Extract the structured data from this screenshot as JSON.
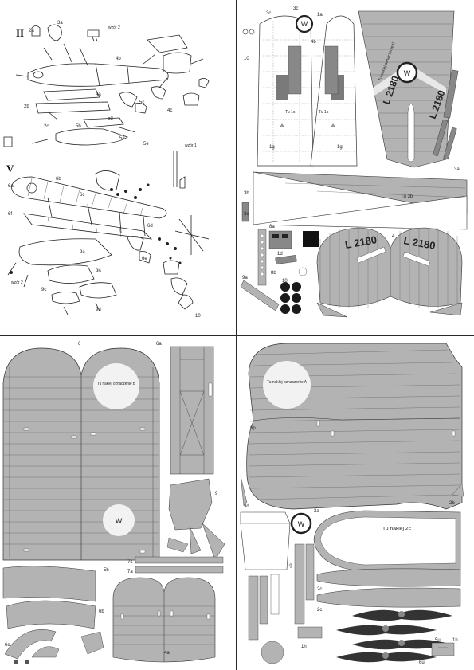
{
  "sheet_1": {
    "section_roman_top": "II",
    "section_roman_bottom": "V",
    "pattern_labels": [
      "wzór 2",
      "wzór 1",
      "wzór 2"
    ],
    "part_labels_top": [
      "2a",
      "3a",
      "2b",
      "2c",
      "5b",
      "5a",
      "4a",
      "5c",
      "5d",
      "5e",
      "4b",
      "4c"
    ],
    "part_labels_bottom": [
      "6a",
      "6b",
      "6c",
      "6d",
      "6e",
      "6f",
      "9a",
      "9b",
      "9c",
      "9d",
      "10"
    ]
  },
  "sheet_2": {
    "marker_w": "W",
    "tail_note": "Tu naklej oznaczenie C",
    "registration": "L 2180",
    "glue_note_1c": "Tu 1c",
    "glue_note_3b": "Tu 3b",
    "part_labels": [
      "3c",
      "3c",
      "1a",
      "4b",
      "1g",
      "1g",
      "3a",
      "3b",
      "3c",
      "10",
      "8a",
      "8b",
      "9a",
      "4",
      "1d",
      "10"
    ]
  },
  "sheet_3": {
    "note_b": "Tu naklej oznaczenie B",
    "marker_w": "W",
    "part_labels": [
      "6",
      "6a",
      "9",
      "5b",
      "7c",
      "7a",
      "6b",
      "6c",
      "4a"
    ]
  },
  "sheet_4": {
    "note_a": "Tu naklej oznaczenie A",
    "marker_w": "W",
    "glue_note_2c": "Tu naklej 2c",
    "part_labels": [
      "6p",
      "3d",
      "2a",
      "1g",
      "2c",
      "2c",
      "2b",
      "1h",
      "5u",
      "1h",
      "6u"
    ]
  },
  "colors": {
    "paper": "#ffffff",
    "panel_grey": "#b3b3b3",
    "dark_grey": "#7a7a7a",
    "black": "#1a1a1a",
    "marker_white": "#f2f2f2"
  }
}
